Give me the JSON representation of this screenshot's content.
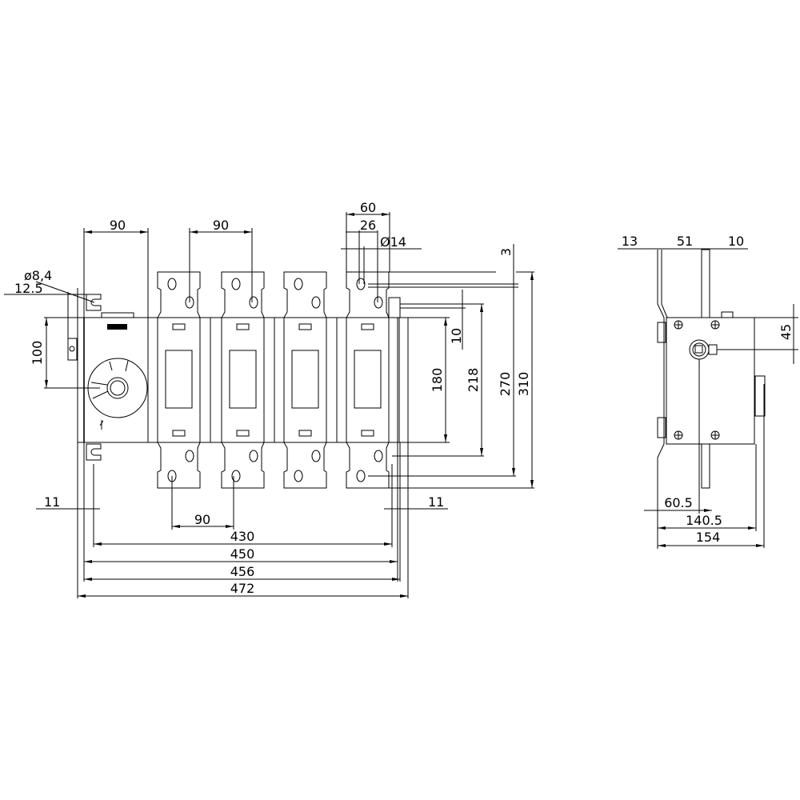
{
  "front_view": {
    "dims": {
      "handle_width": "90",
      "pole_pitch_top": "90",
      "terminal_width": "60",
      "hole_spacing": "26",
      "hole_diameter": "Ø14",
      "hole_offset": "3",
      "height_310": "310",
      "height_270": "270",
      "height_218": "218",
      "height_180": "180",
      "offset_10": "10",
      "handle_axis": "100",
      "mount_hole": "ø8,4",
      "mount_offset": "12.5",
      "left_11": "11",
      "right_11": "11",
      "pole_pitch_bottom": "90",
      "width_430": "430",
      "width_450": "450",
      "width_456": "456",
      "width_472": "472"
    }
  },
  "side_view": {
    "dims": {
      "d13": "13",
      "d51": "51",
      "d10": "10",
      "d45": "45",
      "d60_5": "60.5",
      "d140_5": "140.5",
      "d154": "154"
    }
  }
}
